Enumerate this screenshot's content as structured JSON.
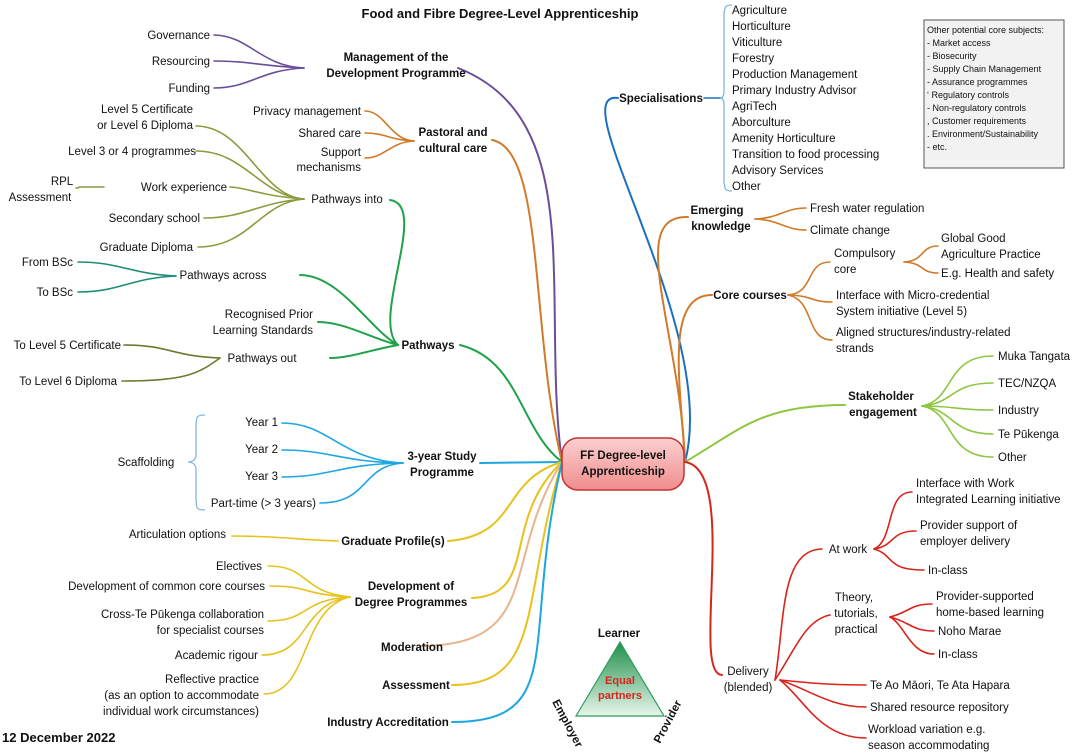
{
  "title": "Food and Fibre Degree-Level Apprenticeship",
  "date": "12 December 2022",
  "center": {
    "line1": "FF Degree-level",
    "line2": "Apprenticeship"
  },
  "management": {
    "line1": "Management of the",
    "line2": "Development Programme",
    "children": [
      "Governance",
      "Resourcing",
      "Funding"
    ]
  },
  "pastoral": {
    "line1": "Pastoral and",
    "line2": "cultural care",
    "children": [
      "Privacy management",
      "Shared care",
      "Support",
      "mechanisms"
    ]
  },
  "pathways": {
    "label": "Pathways",
    "into": {
      "label": "Pathways into",
      "items": [
        "Level 5 Certificate",
        "or Level 6 Diploma",
        "Level 3 or 4 programmes",
        "Work experience",
        "Secondary school",
        "Graduate Diploma"
      ],
      "rpl": [
        "RPL",
        "Assessment"
      ]
    },
    "across": {
      "label": "Pathways across",
      "items": [
        "From BSc",
        "To BSc"
      ]
    },
    "rpls": [
      "Recognised Prior",
      "Learning Standards"
    ],
    "out": {
      "label": "Pathways out",
      "items": [
        "To Level 5 Certificate",
        "To Level 6 Diploma"
      ]
    }
  },
  "study": {
    "line1": "3-year Study",
    "line2": "Programme",
    "years": [
      "Year 1",
      "Year 2",
      "Year 3",
      "Part-time (> 3 years)"
    ],
    "scaffolding": "Scaffolding"
  },
  "graduate": {
    "label": "Graduate Profile(s)",
    "child": "Articulation options"
  },
  "development": {
    "line1": "Development of",
    "line2": "Degree Programmes",
    "items": [
      "Electives",
      "Development of common core courses",
      "Cross-Te Pūkenga collaboration",
      "for specialist courses",
      "Academic rigour",
      "Reflective practice",
      "(as an option to accommodate",
      "individual work circumstances)"
    ]
  },
  "moderation": "Moderation",
  "assessment": "Assessment",
  "accreditation": "Industry Accreditation",
  "specialisations": {
    "label": "Specialisations",
    "items": [
      "Agriculture",
      "Horticulture",
      "Viticulture",
      "Forestry",
      "Production Management",
      "Primary Industry Advisor",
      "AgriTech",
      "Aborculture",
      "Amenity Horticulture",
      "Transition to food processing",
      "Advisory Services",
      "Other"
    ]
  },
  "note_box": {
    "lines": [
      "Other potential core subjects:",
      "- Market access",
      "- Biosecurity",
      "- Supply Chain Management",
      "- Assurance programmes",
      "‘ Regulatory controls",
      "- Non-regulatory controls",
      ", Customer requirements",
      ". Environment/Sustainability",
      "- etc."
    ]
  },
  "emerging": {
    "line1": "Emerging",
    "line2": "knowledge",
    "items": [
      "Fresh water regulation",
      "Climate change"
    ]
  },
  "core": {
    "label": "Core courses",
    "compulsory": [
      "Compulsory",
      "core"
    ],
    "compulsory_items": [
      "Global Good",
      "Agriculture Practice",
      "E.g. Health and safety"
    ],
    "interface": [
      "Interface with Micro-credential",
      "System initiative (Level 5)"
    ],
    "aligned": [
      "Aligned structures/industry-related",
      "strands"
    ]
  },
  "stakeholder": {
    "line1": "Stakeholder",
    "line2": "engagement",
    "items": [
      "Muka Tangata",
      "TEC/NZQA",
      "Industry",
      "Te Pūkenga",
      "Other"
    ]
  },
  "delivery": {
    "line1": "Delivery",
    "line2": "(blended)",
    "atwork": "At work",
    "atwork_items": [
      "Interface with Work",
      "Integrated Learning initiative",
      "Provider support of",
      "employer delivery",
      "In-class"
    ],
    "theory": [
      "Theory,",
      "tutorials,",
      "practical"
    ],
    "theory_items": [
      "Provider-supported",
      "home-based learning",
      "Noho Marae",
      "In-class"
    ],
    "others": [
      "Te Ao Māori, Te Ata Hapara",
      "Shared resource repository",
      "Workload variation e.g.",
      "season accommodating"
    ]
  },
  "triangle": {
    "top": "Learner",
    "left": "Employer",
    "right": "Provider",
    "center1": "Equal",
    "center2": "partners"
  },
  "colors": {
    "purple": "#6B4E9A",
    "orange": "#D07A2A",
    "olive": "#8E9A3E",
    "green": "#1FA34A",
    "teal": "#1E8C78",
    "darkolive": "#6B7A2E",
    "cyan": "#1CA7E0",
    "yellow": "#E8C21A",
    "peach": "#E8B48E",
    "blue": "#1B6FC0",
    "lightgreen": "#8DC63F",
    "red": "#D9241C",
    "center_fill": "#F4A7A7",
    "center_stroke": "#C33333",
    "triangle": "#2E9E5B"
  }
}
